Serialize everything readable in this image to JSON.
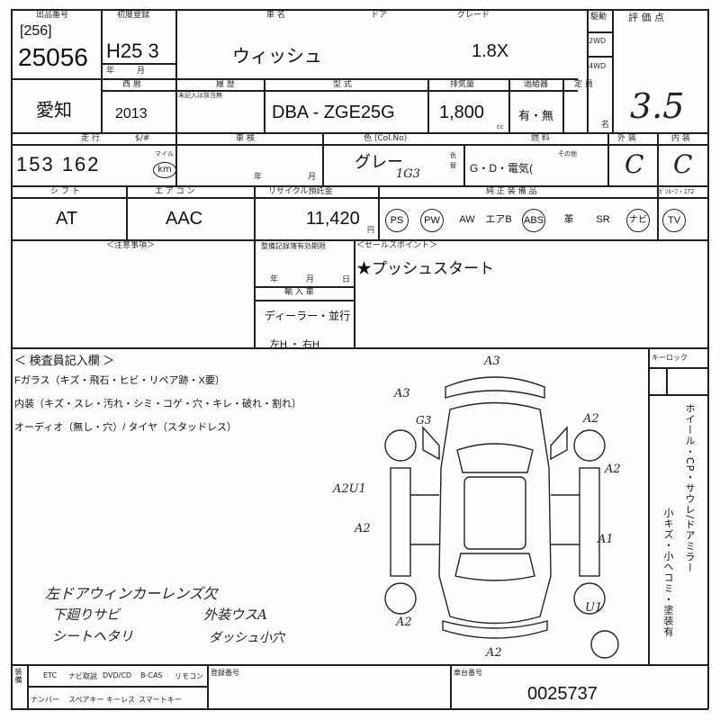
{
  "header": {
    "lot_label": "出品番号",
    "lot_code": "[256]",
    "lot_number": "25056",
    "first_reg_label": "初度登録",
    "first_reg_value": "H25 3",
    "year_unit": "年",
    "month_unit": "月",
    "car_name_label": "車 名",
    "car_name_value": "ウィッシュ",
    "door_label": "ドア",
    "grade_label": "グレード",
    "grade_value": "1.8X",
    "drive_label": "駆動",
    "drive_2wd": "2WD",
    "drive_4wd": "4WD",
    "score_label": "評 価 点",
    "score_value": "3.5"
  },
  "row2": {
    "prefecture": "愛知",
    "year_label": "西 暦",
    "year_value": "2013",
    "history_label": "履 歴",
    "history_note": "未記入は該当無",
    "model_label": "型 式",
    "model_value": "DBA - ZGE25G",
    "displacement_label": "排気量",
    "displacement_value": "1,800",
    "displacement_unit": "cc",
    "turbo_label": "過給器",
    "turbo_value": "有・無",
    "capacity_label": "定 員",
    "capacity_unit": "名"
  },
  "row3": {
    "mileage_label": "走 行",
    "mileage_unit_label": "$/#",
    "mileage_value": "153 162",
    "mileage_unit": "km",
    "mileage_unit_small": "マイル",
    "inspection_label": "車 検",
    "inspection_year": "年",
    "inspection_month": "月",
    "color_label": "色 (Col.No)",
    "color_value": "グレー",
    "color_code": "1G3",
    "color_change_label": "色替",
    "fuel_label": "燃 料",
    "fuel_value": "G・D・電気(",
    "fuel_other": "その他",
    "exterior_label": "外 装",
    "exterior_value": "C",
    "interior_label": "内 装",
    "interior_value": "C"
  },
  "row4": {
    "shift_label": "シ フ ト",
    "shift_value": "AT",
    "ac_label": "エ ア コ ン",
    "ac_value": "AAC",
    "recycle_label": "リサイクル預託金",
    "recycle_value": "11,420",
    "recycle_unit": "円",
    "equipment_label": "純 正 装 備 品",
    "sunroof_label": "ｶﾞｿﾙｰﾌ・ｴｱ2",
    "equipment": [
      {
        "label": "PS",
        "circled": true
      },
      {
        "label": "PW",
        "circled": true
      },
      {
        "label": "AW",
        "circled": false
      },
      {
        "label": "エアB",
        "circled": false
      },
      {
        "label": "ABS",
        "circled": true
      },
      {
        "label": "革",
        "circled": false
      },
      {
        "label": "SR",
        "circled": false
      },
      {
        "label": "ナビ",
        "circled": true
      },
      {
        "label": "TV",
        "circled": true
      }
    ]
  },
  "row5": {
    "caution_label": "＜注意事項＞",
    "warranty_label": "整備記録簿有効期限",
    "warranty_year": "年",
    "warranty_month": "月",
    "warranty_day": "日",
    "sales_point_label": "＜セールスポイント＞",
    "sales_point_value": "★プッシュスタート",
    "import_label": "輸 入 車",
    "import_value": "ディーラー・並行",
    "steering_value": "左H ・ 右H"
  },
  "inspection": {
    "title": "＜ 検査員記入欄 ＞",
    "line1": "Fガラス（キズ・飛石・ヒビ・リペア跡・X要）",
    "line2": "内装（キズ・スレ・汚れ・シミ・コゲ・穴・キレ・破れ・割れ）",
    "line3": "オーディオ（無し・穴）/ タイヤ（スタッドレス）",
    "keylock_label": "キーロック",
    "side_text": "ホイール・CP・サウレ/ドアミラー",
    "side_text2": "小キズ・小ヘコミ・塗装有",
    "note1": "左ドアウィンカーレンズ欠",
    "note2": "下廻りサビ",
    "note3": "シートヘタリ",
    "note4": "外装ウスA",
    "note5": "ダッシュ小穴",
    "marks": {
      "top": "A3",
      "top_left": "A3",
      "right_front": "A2",
      "right_front2": "A2",
      "left_mid": "A2U1",
      "left_rear": "A2",
      "right_rear": "A1",
      "bottom_left": "A2",
      "bottom": "A2",
      "rear_right": "U1",
      "roof": "G3"
    }
  },
  "footer": {
    "col_head": "装備",
    "items_top": [
      "ETC",
      "ナビ取説",
      "DVD/CD",
      "B-CAS",
      "リモコン"
    ],
    "items_bottom": [
      "ナンバー",
      "スペアキー",
      "キーレス",
      "スマートキー"
    ],
    "owner_label": "登録番号",
    "chassis_label": "車台番号",
    "chassis_value": "0025737"
  }
}
